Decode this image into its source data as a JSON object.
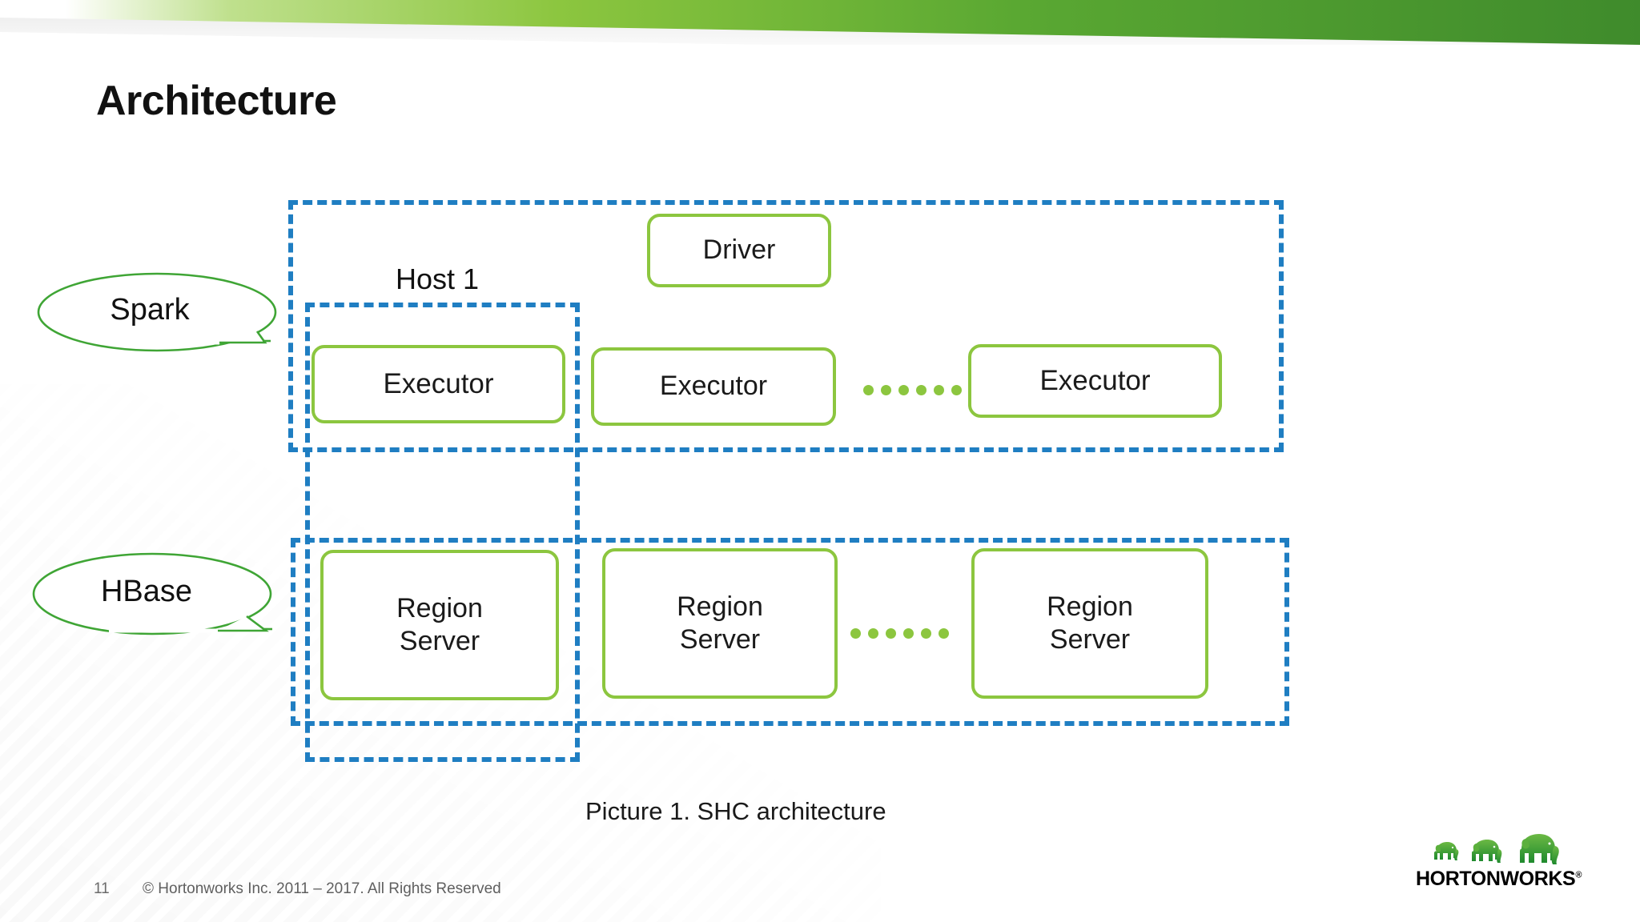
{
  "slide": {
    "title": "Architecture",
    "caption": "Picture 1. SHC architecture"
  },
  "theme": {
    "banner_green_light": "#8cc63f",
    "banner_green_dark": "#3f8b2c",
    "node_border_green": "#8cc63f",
    "callout_green": "#3fa535",
    "dashed_blue": "#1f7ec2",
    "dot_green": "#8cc63f",
    "text_dark": "#111111",
    "footer_gray": "#5f5f5f"
  },
  "diagram": {
    "type": "block-architecture",
    "callouts": [
      {
        "id": "spark",
        "label": "Spark",
        "points_to": "spark-container"
      },
      {
        "id": "hbase",
        "label": "HBase",
        "points_to": "hbase-container"
      }
    ],
    "containers": [
      {
        "id": "spark-container",
        "style": "dashed-blue",
        "label": ""
      },
      {
        "id": "host1-container",
        "style": "dashed-blue",
        "label": "Host 1"
      },
      {
        "id": "hbase-container",
        "style": "dashed-blue",
        "label": ""
      }
    ],
    "host_label": "Host 1",
    "spark_layer": {
      "driver": "Driver",
      "executors": [
        "Executor",
        "Executor",
        "Executor"
      ],
      "ellipsis_dots": 6
    },
    "hbase_layer": {
      "region_servers": [
        "Region\nServer",
        "Region\nServer",
        "Region\nServer"
      ],
      "ellipsis_dots": 6
    }
  },
  "footer": {
    "page_number": "11",
    "copyright": "© Hortonworks Inc. 2011 – 2017. All Rights Reserved",
    "logo_wordmark": "HORTONWORKS",
    "logo_trademark": "®"
  }
}
